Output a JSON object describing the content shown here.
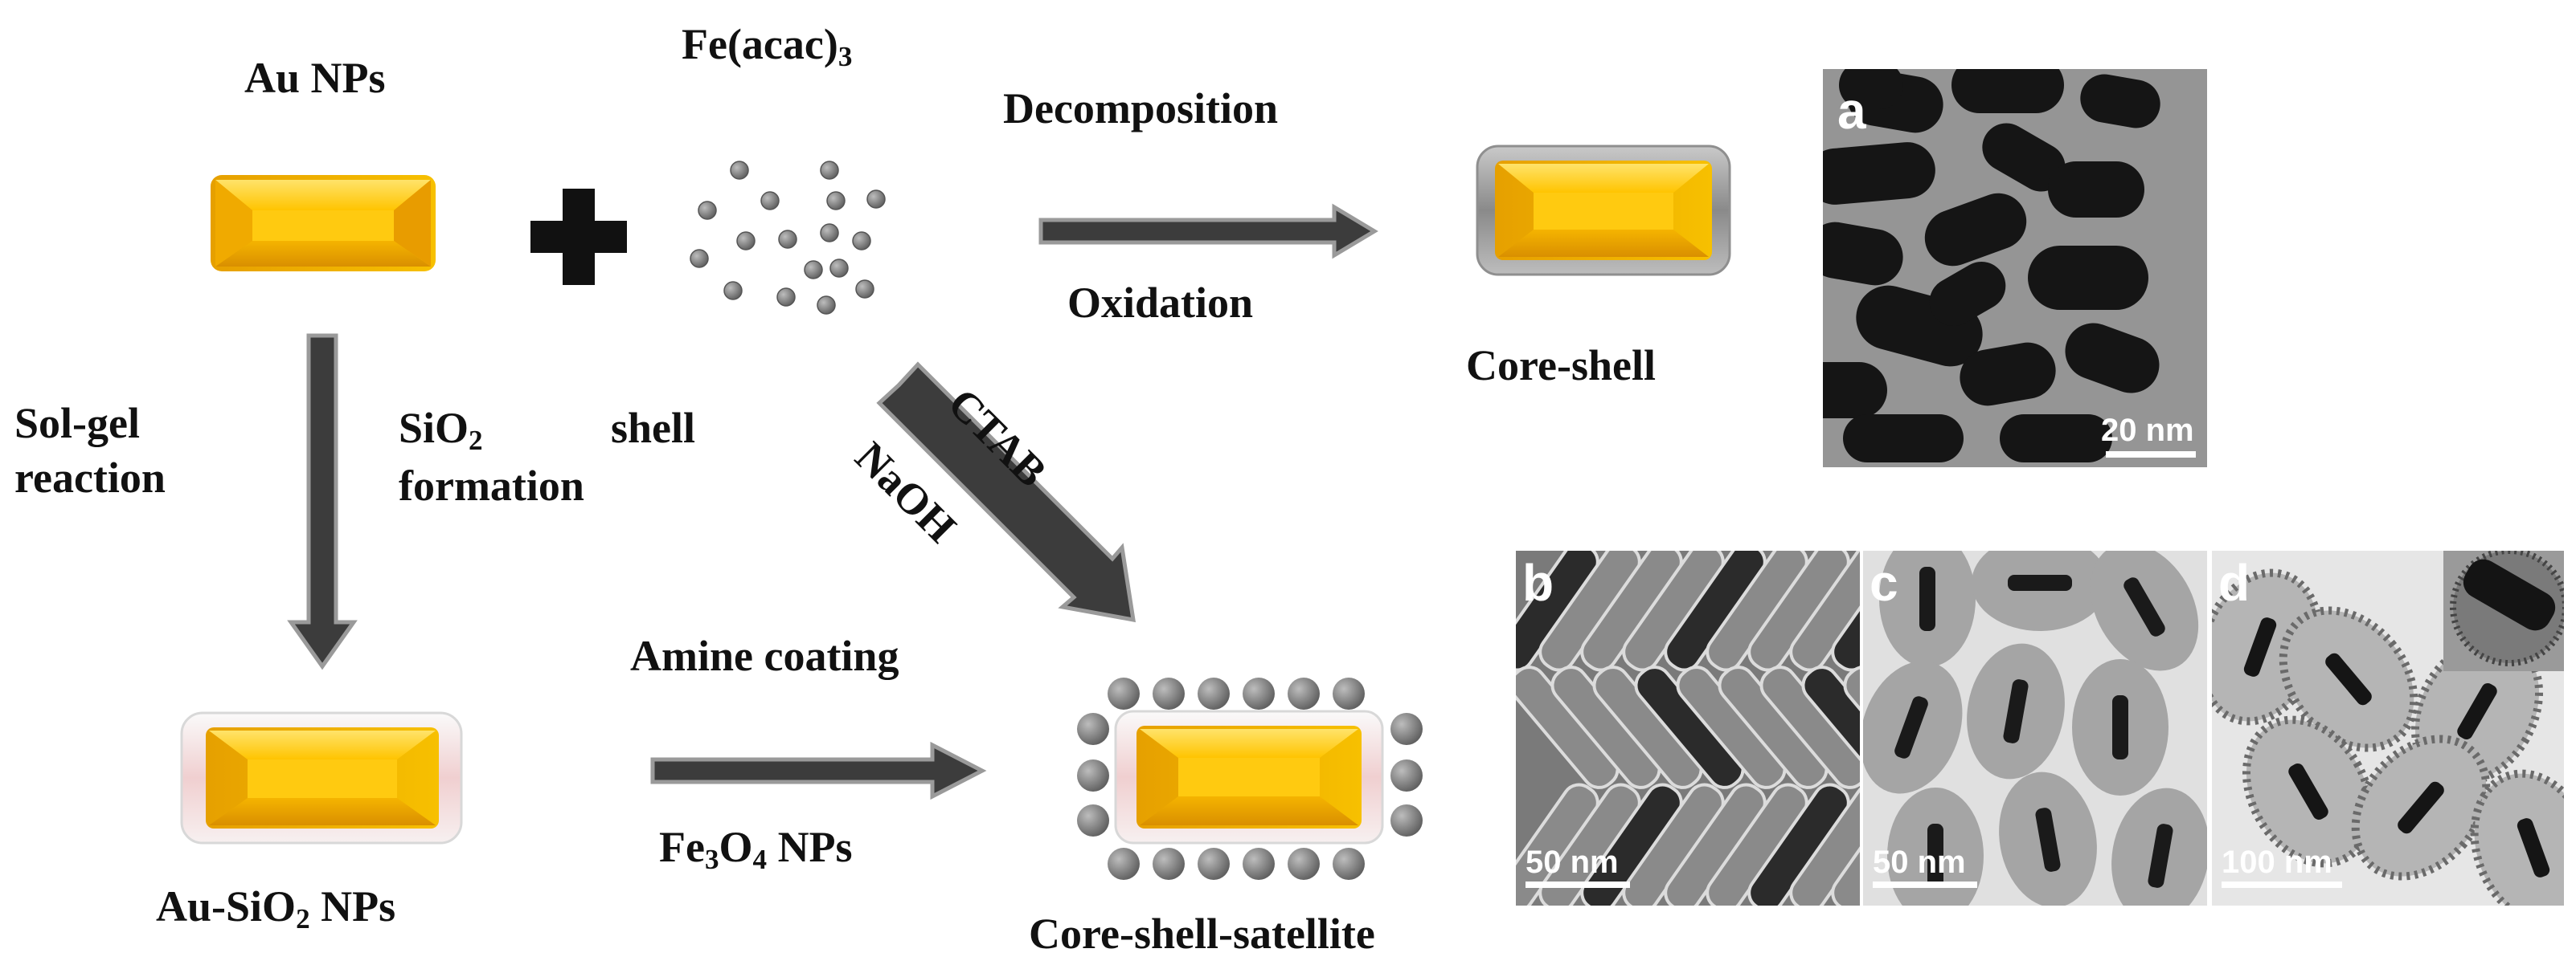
{
  "labels": {
    "au_nps": "Au NPs",
    "fe_acac_main": "Fe(acac)",
    "fe_acac_sub": "3",
    "decomposition": "Decomposition",
    "oxidation": "Oxidation",
    "core_shell": "Core-shell",
    "sol_gel": "Sol-gel",
    "reaction": "reaction",
    "sio2_main": "SiO",
    "sio2_sub": "2",
    "shell": "shell",
    "formation": "formation",
    "ctab": "CTAB",
    "naoh": "NaOH",
    "amine_coating": "Amine coating",
    "fe3o4_a": "Fe",
    "fe3o4_sub1": "3",
    "fe3o4_b": "O",
    "fe3o4_sub2": "4",
    "fe3o4_c": " NPs",
    "au_sio2_a": "Au-SiO",
    "au_sio2_sub": "2",
    "au_sio2_b": " NPs",
    "core_shell_satellite": "Core-shell-satellite"
  },
  "micrographs": {
    "a": {
      "letter": "a",
      "scale": "20 nm"
    },
    "b": {
      "letter": "b",
      "scale": "50 nm"
    },
    "c": {
      "letter": "c",
      "scale": "50 nm"
    },
    "d": {
      "letter": "d",
      "scale": "100 nm"
    }
  },
  "colors": {
    "gold_light": "#ffd23a",
    "gold_dark": "#e09a00",
    "arrow_fill": "#3c3c3c",
    "arrow_edge": "#9a9a9a",
    "satellite": "#7a7a7a",
    "shell_pink": "#f2d6d6"
  }
}
